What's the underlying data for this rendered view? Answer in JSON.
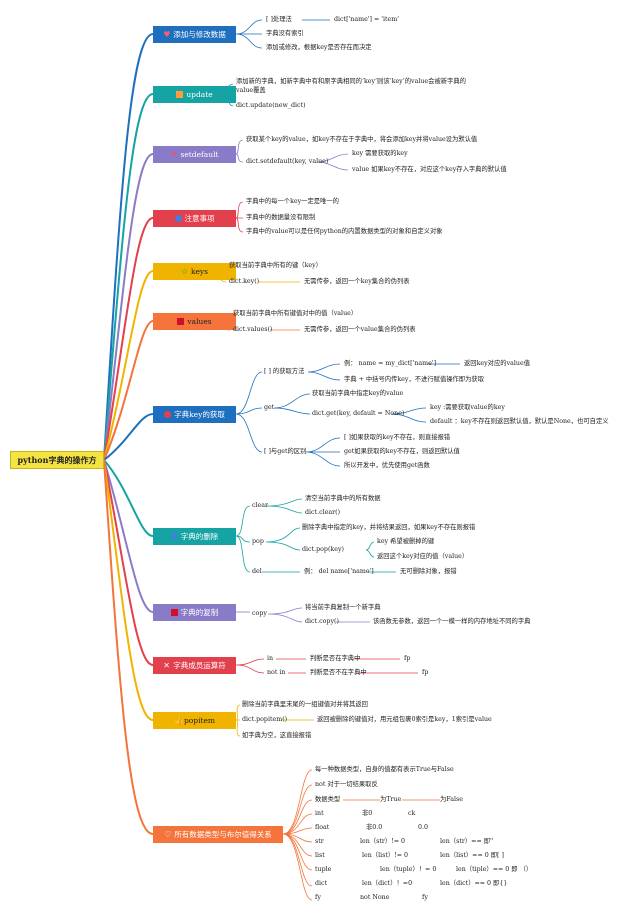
{
  "root": "python字典的操作方",
  "colors": {
    "blue": "#1f6fbf",
    "teal": "#16a3a3",
    "purple": "#8a7bc8",
    "red": "#e2404d",
    "yellow": "#f0b400",
    "orange": "#f4743b",
    "gray": "#888888"
  },
  "topics": {
    "add": "添加与修改数据",
    "update": "update",
    "setdefault": "setdefault",
    "notes": "注意事项",
    "keys": "keys",
    "values": "values",
    "get": "字典key的获取",
    "delete": "字典的删除",
    "copy": "字典的复制",
    "member": "字典成员运算符",
    "popitem": "popitem",
    "bool": "所有数据类型与布尔值得关系"
  },
  "icons": {
    "add": "heart-icon",
    "update": "square-icon",
    "setdefault": "cross-icon",
    "notes": "circle-icon",
    "keys": "star-icon",
    "values": "flag-icon",
    "get": "circle-icon",
    "delete": "diamond-icon",
    "copy": "flag-icon",
    "member": "cross-icon",
    "popitem": "thumbs-up-icon",
    "bool": "heart-icon"
  },
  "labels": {
    "add_1": "[ ]处理法",
    "add_1b": "dict['name'] = 'item'",
    "add_2": "字典没有索引",
    "add_3": "添加或修改，根据key是否存在而决定",
    "update_1": "添加新的字典，如新字典中有和原字典相同的‘key’则该‘key’的value会被新字典的",
    "update_1b": "value覆盖",
    "update_2": "dict.update(new_dict)",
    "sd_1": "获取某个key的value，如key不存在于字典中，将会添加key并将value设为默认值",
    "sd_2": "dict.setdefault(key, value)",
    "sd_2a": "key 需要获取的key",
    "sd_2b": "value 如果key不存在，对应这个key存入字典的默认值",
    "notes_1": "字典中的每一个key一定是唯一的",
    "notes_2": "字典中的数据量没有限制",
    "notes_3": "字典中的value可以是任何python的内置数据类型的对象和自定义对象",
    "keys_1": "获取当前字典中所有的键（key）",
    "keys_2": "dict.key()",
    "keys_2b": "无需传参，返回一个key集合的伪列表",
    "values_1": "获取当前字典中所有键值对中的值（value）",
    "values_2": "dict.values()",
    "values_2b": "无需传参，返回一个value集合的伪列表",
    "get_a": "[ ] 的获取方法",
    "get_a1": "例： name = my_dict['name']",
    "get_a1b": "返回key对应的value值",
    "get_a2": "字典 + 中括号内传key，不进行赋值操作即为获取",
    "get_b": "get",
    "get_b1": "获取当前字典中指定key的value",
    "get_b2": "dict.get(key, default = None)",
    "get_b2a": "key :需要获取value的key",
    "get_b2b": "default ：key不存在则返回默认值，默认是None，也可自定义",
    "get_c": "[ ]与get的区别",
    "get_c1": "[ ]如果获取的key不存在，则直接报错",
    "get_c2": "get如果获取的key不存在，则返回默认值",
    "get_c3": "所以开发中，优先使用get函数",
    "del_a": "clear",
    "del_a1": "清空当前字典中的所有数据",
    "del_a2": "dict.clear()",
    "del_b": "pop",
    "del_b1": "删除字典中指定的key，并将结果返回，如果key不存在则报错",
    "del_b2": "dict.pop(key)",
    "del_b2a": "key 希望被删掉的键",
    "del_b2b": "返回这个key对应的值（value）",
    "del_c": "del",
    "del_c1": "例： del name['name']",
    "del_c1b": "无可删除对象，报错",
    "copy_a": "copy",
    "copy_1": "将当前字典复制一个新字典",
    "copy_2": "dict.copy()",
    "copy_2b": "该函数无参数，返回一个一模一样的内存地址不同的字典",
    "mem_a": "in",
    "mem_a1": "判断是否在字典中",
    "mem_a2": "fp",
    "mem_b": "not in",
    "mem_b1": "判断是否不在字典中",
    "mem_b2": "fp",
    "pop_1": "删除当前字典里末尾的一组键值对并将其返回",
    "pop_2": "dict.popitem()",
    "pop_2b": "返回被删除的键值对，用元组包裹0索引是key，1索引是value",
    "pop_3": "如字典为空，这直接报错",
    "bool_1": "每一种数据类型，自身的值都有表示True与False",
    "bool_2": "not 对于一切结果取反"
  },
  "bool_table": [
    [
      "数据类型",
      "为True",
      "为False"
    ],
    [
      "int",
      "非0",
      "ck"
    ],
    [
      "float",
      "非0.0",
      "0.0"
    ],
    [
      "str",
      "len（str）!= 0",
      "len（str）== 即''"
    ],
    [
      "list",
      "len（list）!= 0",
      "len（list）== 0 即[ ]"
    ],
    [
      "tuple",
      "len（tuple）！= 0",
      "len（tiple）== 0 即 （）"
    ],
    [
      "dict",
      "len（dict）！=0",
      "len（dict）== 0 即{}"
    ],
    [
      "fy",
      "not None",
      "fy"
    ]
  ]
}
